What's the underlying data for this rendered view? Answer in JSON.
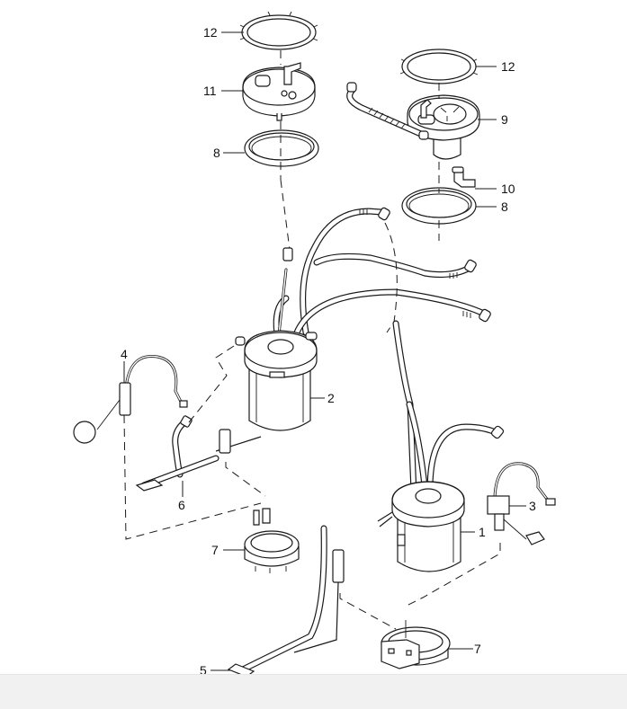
{
  "diagram": {
    "title": "Fuel pump and level sender assembly – exploded view",
    "callouts": [
      {
        "id": "c12-left",
        "label": "12",
        "part": "locking ring (left)"
      },
      {
        "id": "c11",
        "label": "11",
        "part": "flange (left)"
      },
      {
        "id": "c8-left",
        "label": "8",
        "part": "seal (left)"
      },
      {
        "id": "c12-right",
        "label": "12",
        "part": "locking ring (right)"
      },
      {
        "id": "c9",
        "label": "9",
        "part": "flange with hose (right)"
      },
      {
        "id": "c10",
        "label": "10",
        "part": "elbow connector"
      },
      {
        "id": "c8-right",
        "label": "8",
        "part": "seal (right)"
      },
      {
        "id": "c4",
        "label": "4",
        "part": "level sender with float (left)"
      },
      {
        "id": "c2",
        "label": "2",
        "part": "suction jet pump unit"
      },
      {
        "id": "c6",
        "label": "6",
        "part": "wiring / jet pump harness (left)"
      },
      {
        "id": "c7-left",
        "label": "7",
        "part": "retaining ring (left)"
      },
      {
        "id": "c1",
        "label": "1",
        "part": "fuel pump unit"
      },
      {
        "id": "c3",
        "label": "3",
        "part": "level sender with float (right)"
      },
      {
        "id": "c5",
        "label": "5",
        "part": "wiring harness (right)"
      },
      {
        "id": "c7-right",
        "label": "7",
        "part": "retaining ring (right)"
      }
    ]
  }
}
